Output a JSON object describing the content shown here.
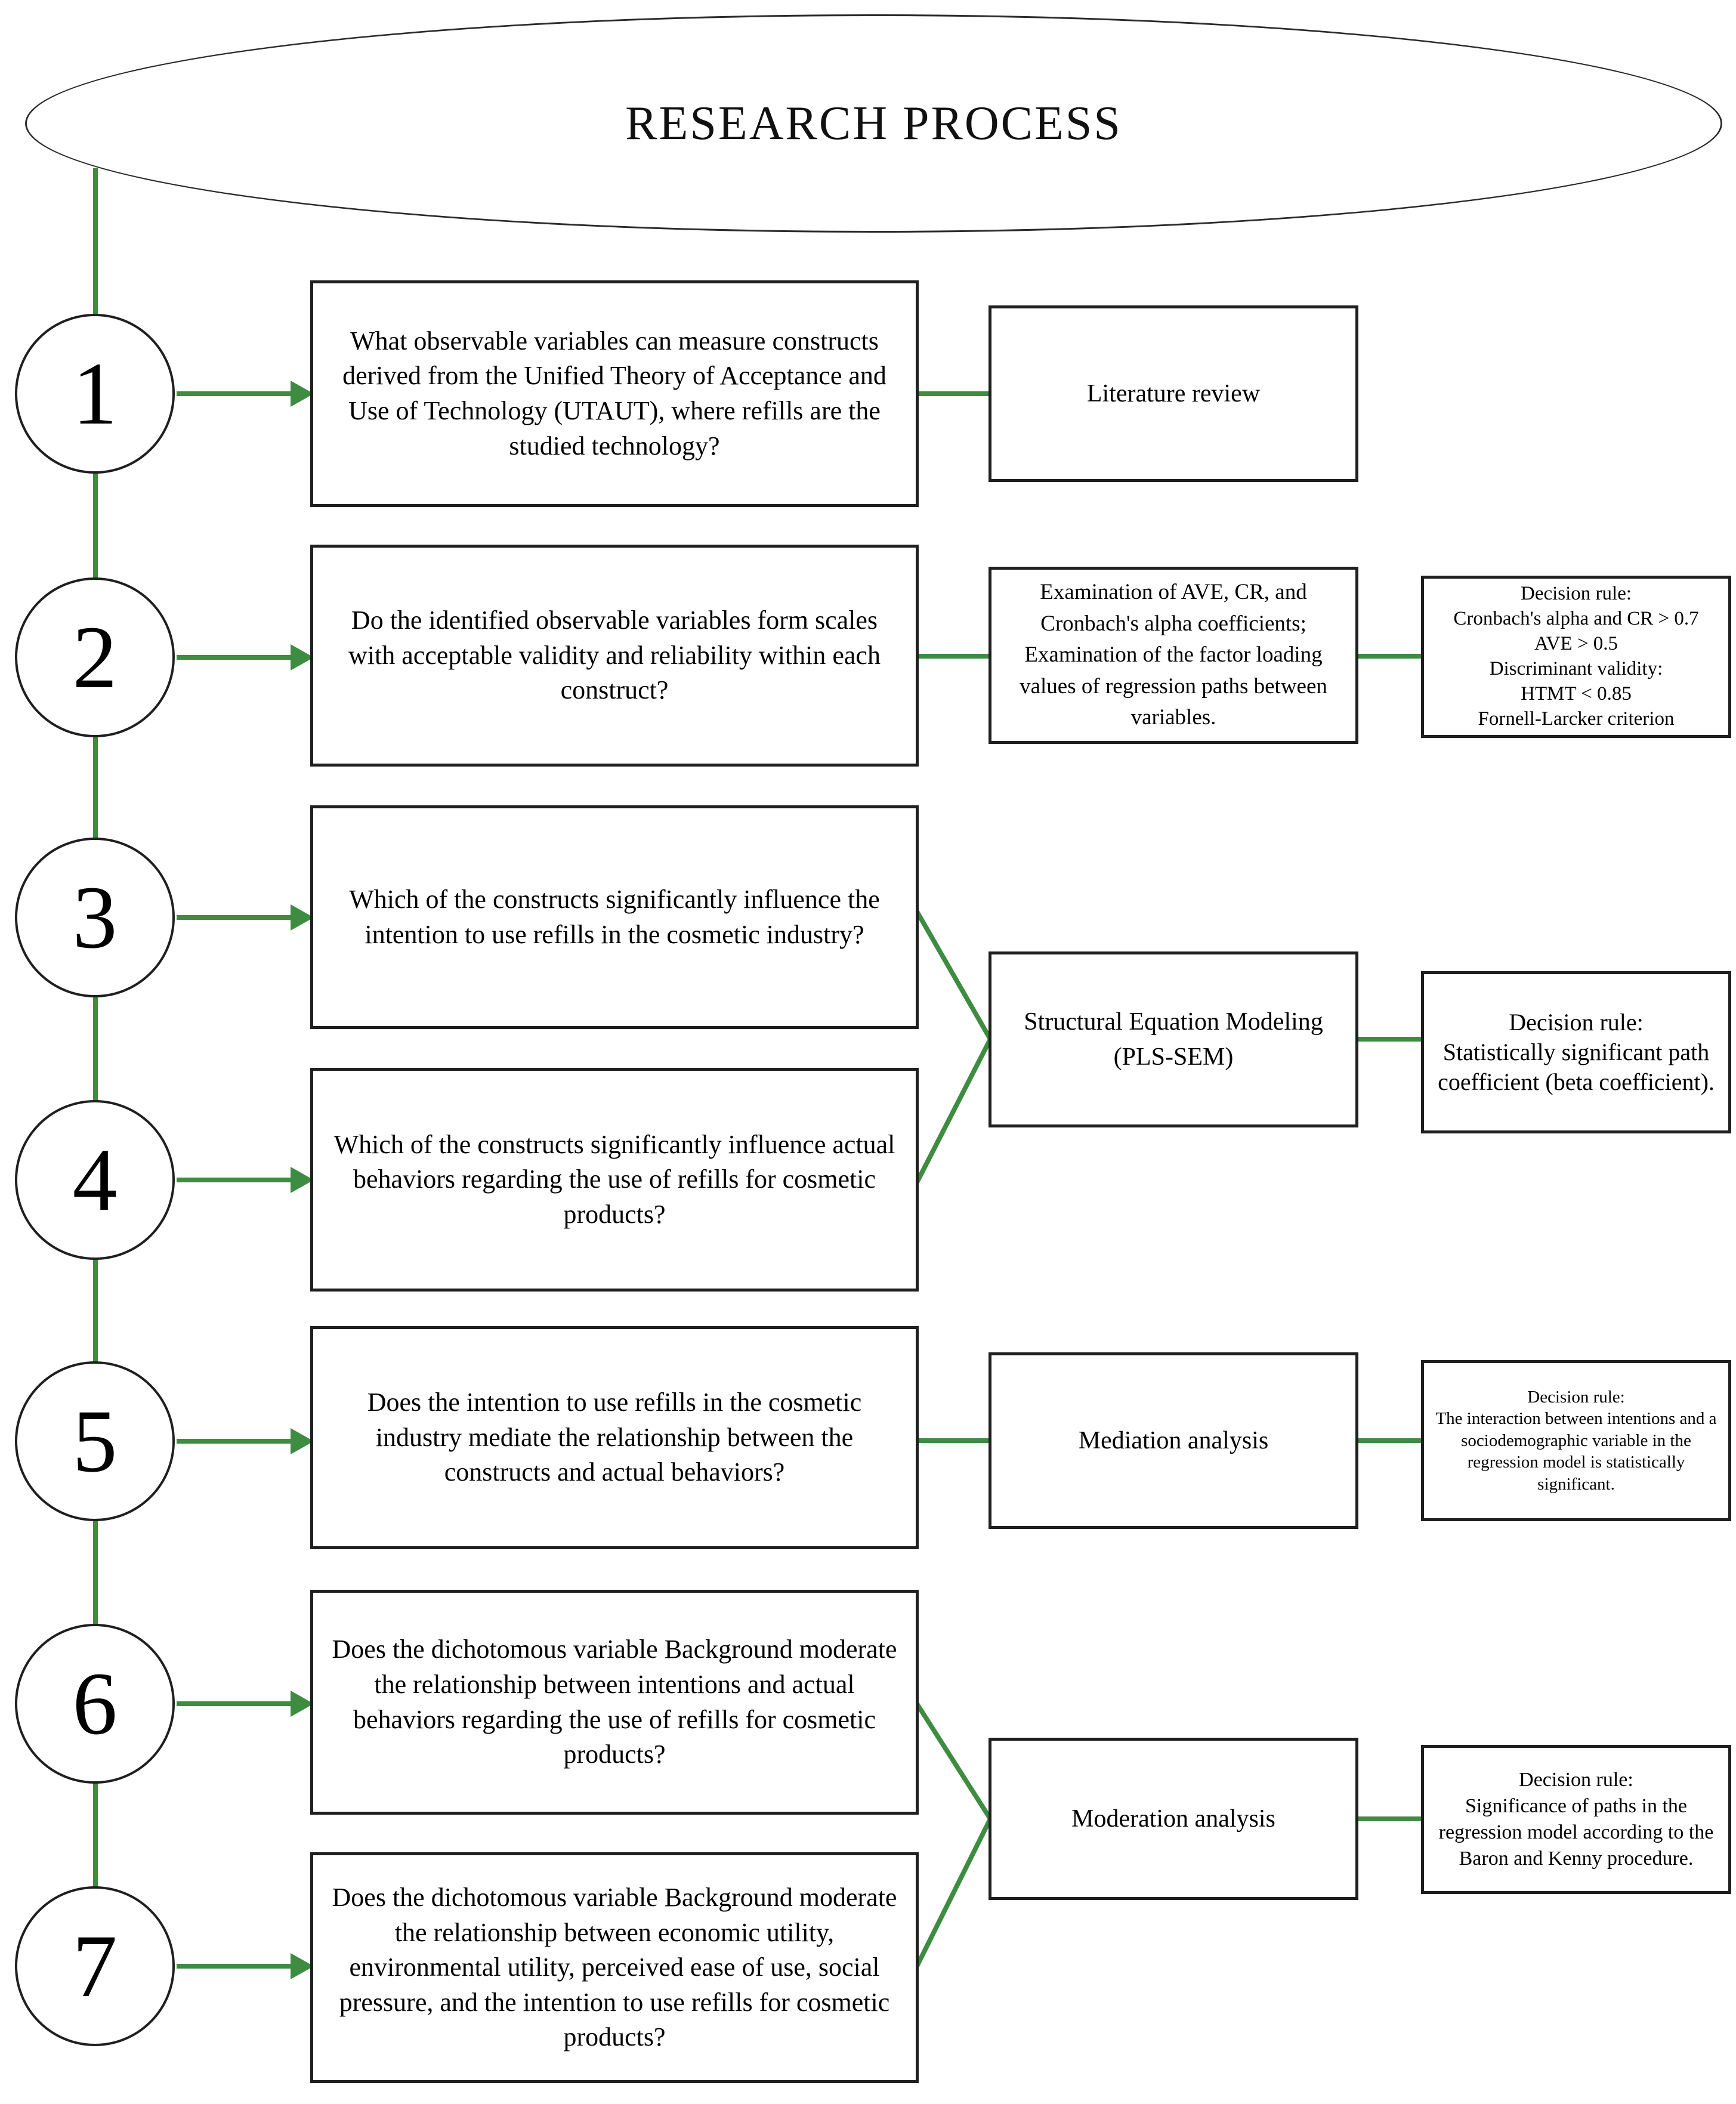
{
  "title": "RESEARCH PROCESS",
  "colors": {
    "accent": "#3e8c41",
    "ink": "#1f1f1f"
  },
  "steps": [
    {
      "number": "1",
      "question": "What observable variables can measure constructs derived from the Unified Theory of Acceptance and Use of Technology (UTAUT), where refills are the studied technology?"
    },
    {
      "number": "2",
      "question": "Do the identified observable variables form scales with acceptable validity and reliability within each construct?"
    },
    {
      "number": "3",
      "question": "Which of the constructs significantly influence the intention to use refills in the cosmetic industry?"
    },
    {
      "number": "4",
      "question": "Which of the constructs significantly influence actual behaviors regarding the use of refills for cosmetic products?"
    },
    {
      "number": "5",
      "question": "Does the intention to use refills in the cosmetic industry mediate the relationship between the constructs and actual behaviors?"
    },
    {
      "number": "6",
      "question": "Does the dichotomous variable Background moderate the relationship between intentions and actual behaviors regarding the use of refills for cosmetic products?"
    },
    {
      "number": "7",
      "question": "Does the dichotomous variable Background moderate the relationship between economic utility, environmental utility, perceived ease of use, social pressure, and the intention to use refills for cosmetic products?"
    }
  ],
  "methods": {
    "literature_review": "Literature review",
    "measurement_validation": "Examination of AVE, CR, and Cronbach's alpha coefficients; Examination of the factor loading values of regression paths between variables.",
    "pls_sem": "Structural Equation Modeling (PLS-SEM)",
    "mediation": "Mediation analysis",
    "moderation": "Moderation analysis"
  },
  "decision_rules": {
    "validity": {
      "title": "Decision rule:",
      "lines": [
        "Cronbach's alpha and CR > 0.7",
        "AVE > 0.5",
        "Discriminant validity:",
        "HTMT < 0.85",
        "Fornell-Larcker criterion"
      ]
    },
    "sem": {
      "title": "Decision rule:",
      "body": "Statistically significant path coefficient (beta coefficient)."
    },
    "mediation": {
      "title": "Decision rule:",
      "body": "The interaction between intentions and a sociodemographic variable in the regression model is statistically significant."
    },
    "moderation": {
      "title": "Decision rule:",
      "body": "Significance of paths in the regression model according to the Baron and Kenny procedure."
    }
  }
}
